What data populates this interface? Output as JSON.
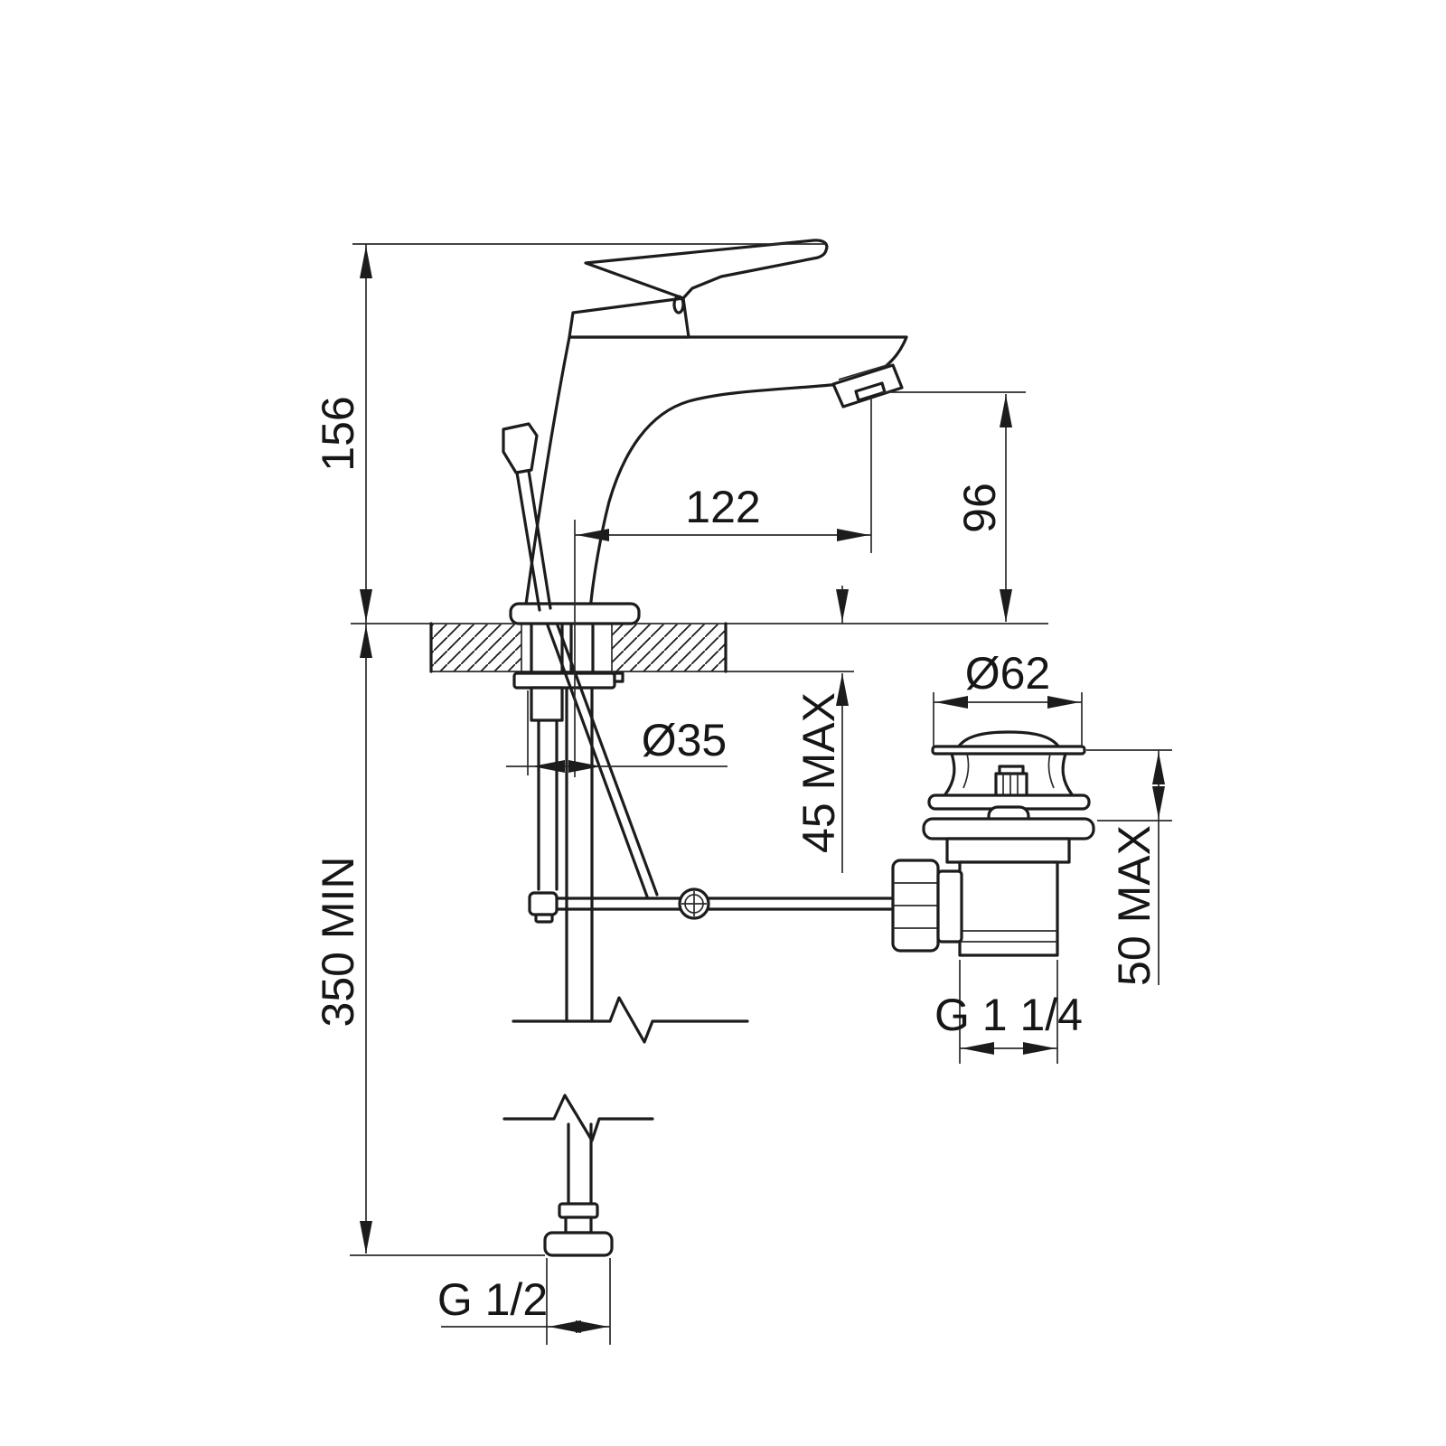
{
  "drawing": {
    "type": "technical-dimension-drawing",
    "subject": "single-lever basin mixer faucet with pop-up waste, side elevation",
    "background_color": "#ffffff",
    "line_color": "#1c1c1c",
    "dimensions": {
      "total_height": "156",
      "spout_reach": "122",
      "spout_height": "96",
      "deck_hole_diameter": "Ø35",
      "deck_thickness_max": "45 MAX",
      "supply_hose_min": "350 MIN",
      "waste_flange_diameter": "Ø62",
      "basin_clamp_max": "50 MAX",
      "waste_thread": "G 1 1/4",
      "inlet_thread": "G 1/2"
    }
  }
}
